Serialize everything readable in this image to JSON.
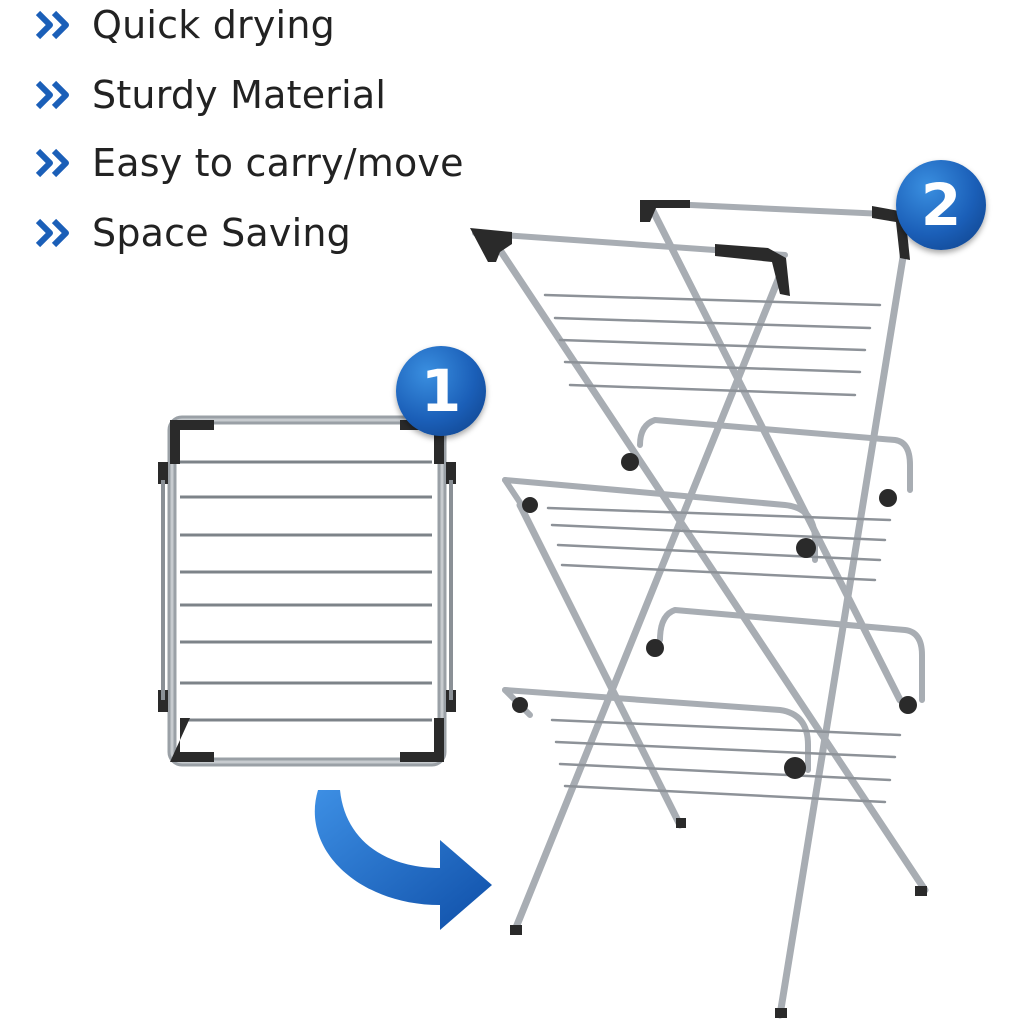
{
  "features": [
    {
      "icon": "double-chevron-icon",
      "text": "Quick drying"
    },
    {
      "icon": "double-chevron-icon",
      "text": "Sturdy Material"
    },
    {
      "icon": "double-chevron-icon",
      "text": "Easy to carry/move"
    },
    {
      "icon": "double-chevron-icon",
      "text": "Space Saving"
    }
  ],
  "badges": {
    "folded": "1",
    "unfolded": "2"
  },
  "colors": {
    "accent": "#1b5fb8",
    "text": "#222222",
    "frame": "#a8adb3",
    "joint": "#2a2a2a"
  }
}
